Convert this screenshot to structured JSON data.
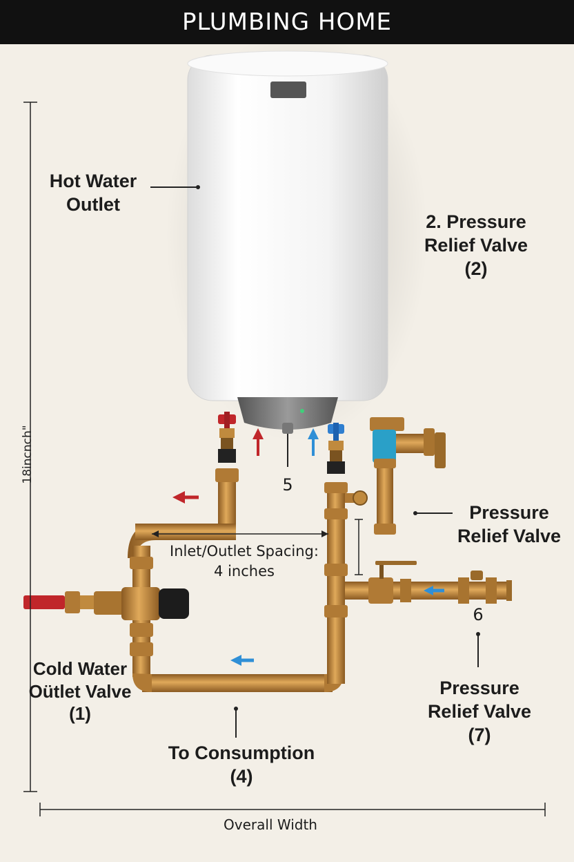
{
  "banner": {
    "title": "PLUMBING HOME",
    "background": "#111111",
    "text_color": "#ffffff"
  },
  "colors": {
    "wall": "#f3efe7",
    "copper": "#c08a3e",
    "copper_dark": "#7a5320",
    "hot": "#c0262a",
    "cold": "#2f8fd6",
    "tank": "#f7f7f7"
  },
  "labels": {
    "hot_water_outlet": {
      "line1": "Hot Water",
      "line2": "Outlet"
    },
    "pressure_relief_2": {
      "line1": "2. Pressure",
      "line2": "Relief Valve",
      "line3": "(2)"
    },
    "pressure_relief_right": {
      "line1": "Pressure",
      "line2": "Relief Valve"
    },
    "pressure_relief_7": {
      "line1": "Pressure",
      "line2": "Relief Valve",
      "line3": "(7)"
    },
    "cold_water_outlet_valve": {
      "line1": "Cold Water",
      "line2": "Oütlet Valve",
      "line3": "(1)"
    },
    "to_consumption": {
      "line1": "To Consumption",
      "line2": "(4)"
    },
    "spacing": {
      "line1": "Inlet/Outlet Spacing:",
      "line2": "4 inches"
    },
    "number_5": "5",
    "number_6": "6"
  },
  "dimensions": {
    "height": "18incnch\"",
    "width": "Overall Width"
  }
}
